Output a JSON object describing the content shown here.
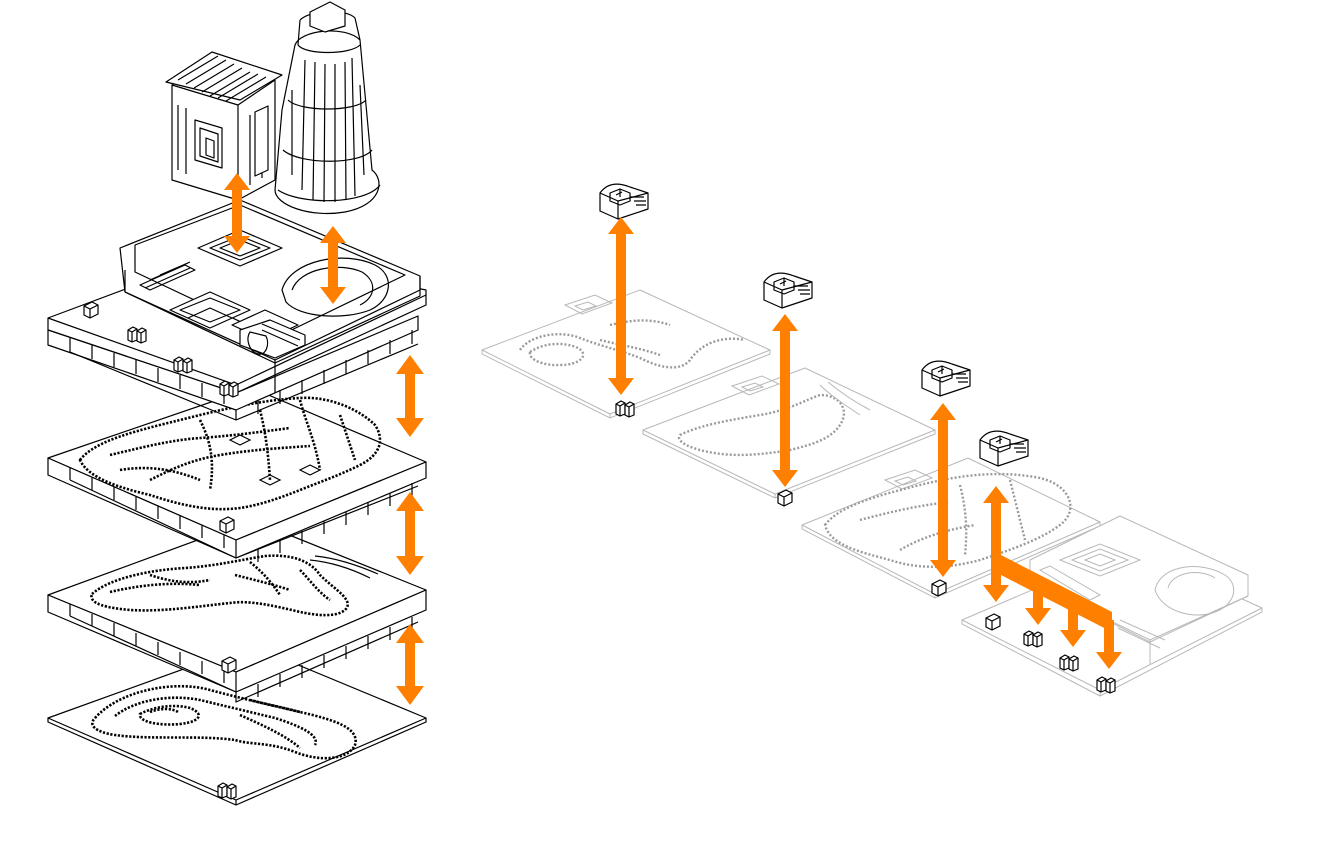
{
  "colors": {
    "arrow": "#ff7f00",
    "line": "#000000",
    "ghost": "#b8b8b8",
    "background": "#ffffff"
  },
  "stack_left": {
    "layers": [
      "buildings",
      "landscape-plinth",
      "street-network",
      "city-mass",
      "topography"
    ],
    "connector_count": 4
  },
  "sequence_right": {
    "panels": 4,
    "connector_count": 4,
    "branch_targets": 4
  }
}
